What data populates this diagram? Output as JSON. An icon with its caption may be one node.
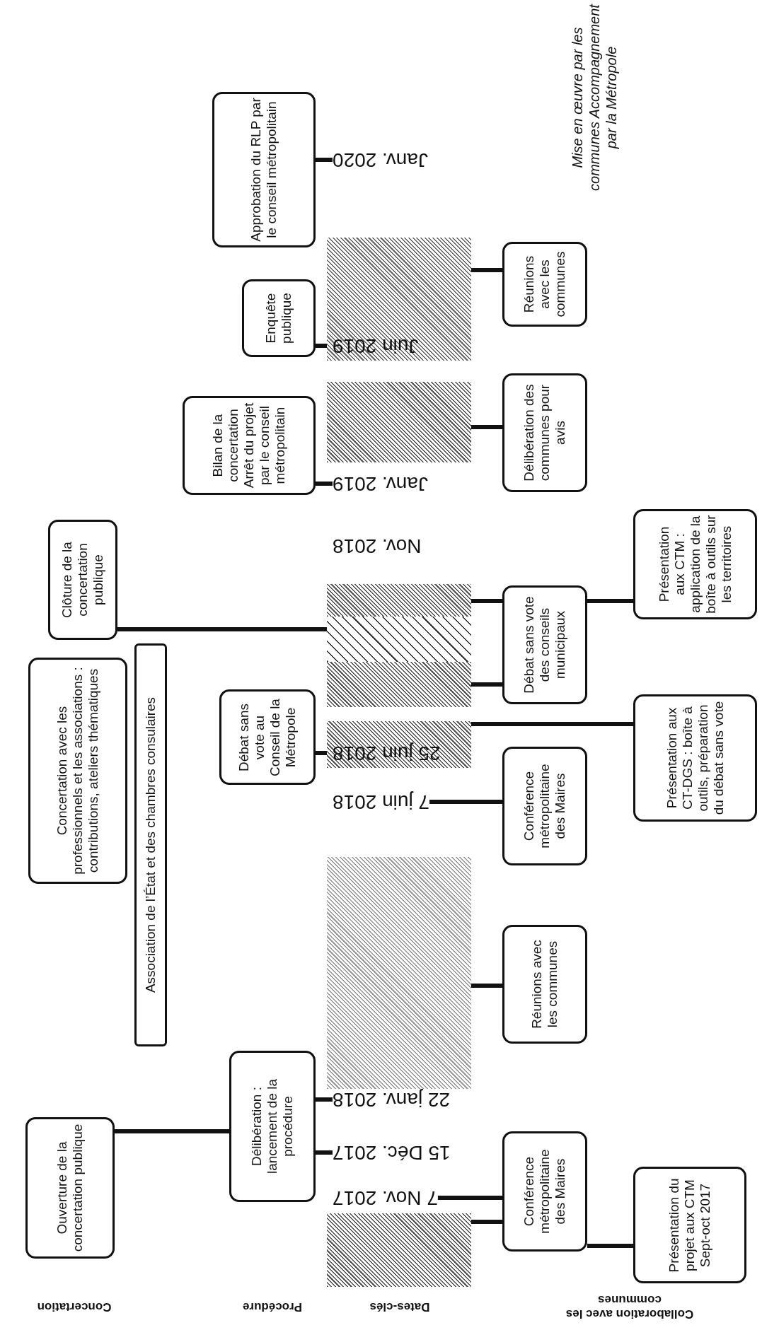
{
  "diagram": {
    "nodes": [
      {
        "text": [
          "Ouverture de la concertation publique"
        ]
      },
      {
        "text": [
          "Concertation avec les professionnels et les associations : contributions, ateliers thématiques"
        ]
      },
      {
        "text": [
          "Association de l’État et des chambres consulaires"
        ]
      },
      {
        "text": [
          "Clôture de la concertation publique"
        ]
      },
      {
        "text": [
          "Délibération : lancement de la procédure"
        ]
      },
      {
        "text": [
          "Débat sans vote au Conseil de la Métropole"
        ]
      },
      {
        "text": [
          "Bilan de la concertation",
          "Arrêt du projet par le conseil métropolitain"
        ]
      },
      {
        "text": [
          "Enquête publique"
        ]
      },
      {
        "text": [
          "Approbation du RLP par le conseil métropolitain"
        ]
      },
      {
        "text": [
          "7 Nov. 2017"
        ]
      },
      {
        "text": [
          "15 Déc. 2017"
        ]
      },
      {
        "text": [
          "22 janv. 2018"
        ]
      },
      {
        "text": [
          "7 juin 2018"
        ]
      },
      {
        "text": [
          "25 juin 2018"
        ],
        "in": 22
      },
      {
        "text": [
          "Janv. 2019"
        ]
      },
      {
        "text": [
          "Juin 2019"
        ],
        "in": 17
      },
      {
        "text": [
          "Janv. 2020"
        ]
      },
      {
        "text": [],
        "shape": "box"
      },
      {
        "text": [],
        "shape": "box"
      },
      {
        "text": [],
        "shape": "box"
      },
      {
        "text": [],
        "shape": "box"
      },
      {
        "text": [],
        "shape": "box"
      },
      {
        "text": [],
        "shape": "box"
      },
      {
        "text": [],
        "shape": "box"
      },
      {
        "text": [],
        "shape": "box"
      },
      {
        "text": [
          "Conférence métropolitaine des Maires"
        ]
      },
      {
        "text": [
          "Présentation du projet aux CTM Sept-oct 2017"
        ]
      },
      {
        "text": [
          "Réunions avec les communes"
        ]
      },
      {
        "text": [
          "Conférence métropolitaine des Maires"
        ]
      },
      {
        "text": [
          "Présentation aux CT-DGS : boîte à outils, préparation du débat sans vote"
        ]
      },
      {
        "text": [
          "Débat sans vote des conseils municipaux"
        ]
      },
      {
        "text": [
          "Présentation aux CTM : application de la boîte à outils sur les territoires"
        ]
      },
      {
        "text": [
          "Délibération des communes pour avis"
        ]
      },
      {
        "text": [
          "Réunions avec les communes"
        ]
      }
    ],
    "edges": [
      {
        "from": 0,
        "to": 4,
        "arrow": "none"
      },
      {
        "from": 3,
        "to": 20,
        "arrow": "none"
      },
      {
        "from": 4,
        "to": 10,
        "arrow": "none"
      },
      {
        "from": 4,
        "to": 11,
        "arrow": "none"
      },
      {
        "from": 5,
        "to": 13,
        "arrow": "none"
      },
      {
        "from": 6,
        "to": 14,
        "arrow": "none"
      },
      {
        "from": 7,
        "to": 15,
        "arrow": "none"
      },
      {
        "from": 8,
        "to": 16,
        "arrow": "none"
      },
      {
        "from": 9,
        "to": 25,
        "arrow": "none"
      },
      {
        "from": 24,
        "to": 25,
        "arrow": "none"
      },
      {
        "from": 25,
        "to": 26,
        "arrow": "none"
      },
      {
        "from": 23,
        "to": 27,
        "arrow": "none"
      },
      {
        "from": 12,
        "to": 28,
        "arrow": "none"
      },
      {
        "from": 22,
        "to": 29,
        "arrow": "none"
      },
      {
        "from": 19,
        "to": 30,
        "arrow": "none"
      },
      {
        "from": 21,
        "to": 30,
        "arrow": "none"
      },
      {
        "from": 30,
        "to": 31,
        "arrow": "none"
      },
      {
        "from": 18,
        "to": 32,
        "arrow": "none"
      },
      {
        "from": 17,
        "to": 33,
        "arrow": "none"
      }
    ],
    "labels": [
      "Mise en œuvre par les communes Accompagnement par la Métropole",
      "Nov. 2018",
      "Concertation",
      "Procédure",
      "Dates-clés",
      "Collaboration avec les communes"
    ]
  }
}
